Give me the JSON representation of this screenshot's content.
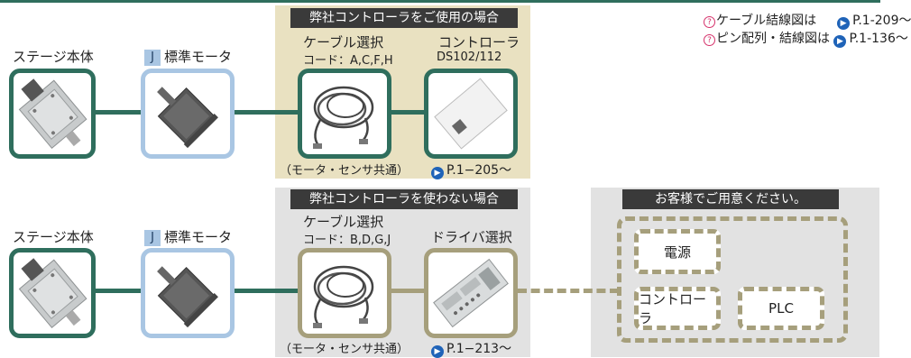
{
  "notes": [
    {
      "text": "ケーブル結線図は",
      "ref": "P.1-209〜"
    },
    {
      "text": "ピン配列・結線図は",
      "ref": "P.1-136〜"
    }
  ],
  "row1": {
    "panel_title": "弊社コントローラをご使用の場合",
    "stage_label": "ステージ本体",
    "motor_badge": "J",
    "motor_label": "標準モータ",
    "cable_label": "ケーブル選択",
    "cable_code": "コード：A,C,F,H",
    "controller_label": "コントローラ",
    "controller_model": "DS102/112",
    "shared_note": "（モータ・センサ共通）",
    "ref": "P.1−205〜"
  },
  "row2": {
    "panel_title": "弊社コントローラを使わない場合",
    "stage_label": "ステージ本体",
    "motor_badge": "J",
    "motor_label": "標準モータ",
    "cable_label": "ケーブル選択",
    "cable_code": "コード：B,D,G,J",
    "driver_label": "ドライバ選択",
    "shared_note": "（モータ・センサ共通）",
    "ref": "P.1−213〜"
  },
  "customer": {
    "panel_title": "お客様でご用意ください。",
    "power": "電源",
    "controller": "コントローラ",
    "plc": "PLC"
  },
  "colors": {
    "dark_green": "#2f6e5d",
    "light_blue": "#a9c6e3",
    "khaki": "#a69f7c",
    "beige_panel": "#e9e1c1",
    "gray_panel": "#e2e2e2",
    "link_blue": "#1f63b8"
  }
}
